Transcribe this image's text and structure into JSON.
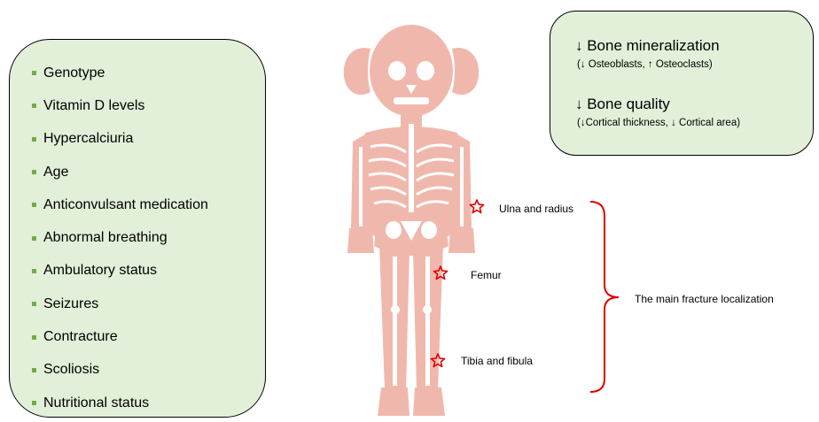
{
  "risk_factors": [
    "Genotype",
    "Vitamin D levels",
    "Hypercalciuria",
    "Age",
    "Anticonvulsant medication",
    "Abnormal breathing",
    "Ambulatory status",
    "Seizures",
    "Contracture",
    "Scoliosis",
    "Nutritional status"
  ],
  "outcomes": {
    "mineralization_title": "↓ Bone mineralization",
    "mineralization_detail": "(↓ Osteoblasts, ↑ Osteoclasts)",
    "quality_title": "↓ Bone quality",
    "quality_detail": "(↓Cortical thickness, ↓ Cortical area)"
  },
  "fracture_sites": {
    "ulna_radius": "Ulna and radius",
    "femur": "Femur",
    "tibia_fibula": "Tibia and fibula"
  },
  "brace_label": "The main fracture localization",
  "colors": {
    "box_fill": "#e2f0d9",
    "bullet": "#70ad47",
    "skeleton": "#f0b8ac",
    "bone_fill": "#ffffff",
    "star": "#e00000",
    "brace": "#e00000"
  },
  "icons": [
    "skeleton-illustration",
    "star-marker-icon",
    "curly-brace"
  ]
}
